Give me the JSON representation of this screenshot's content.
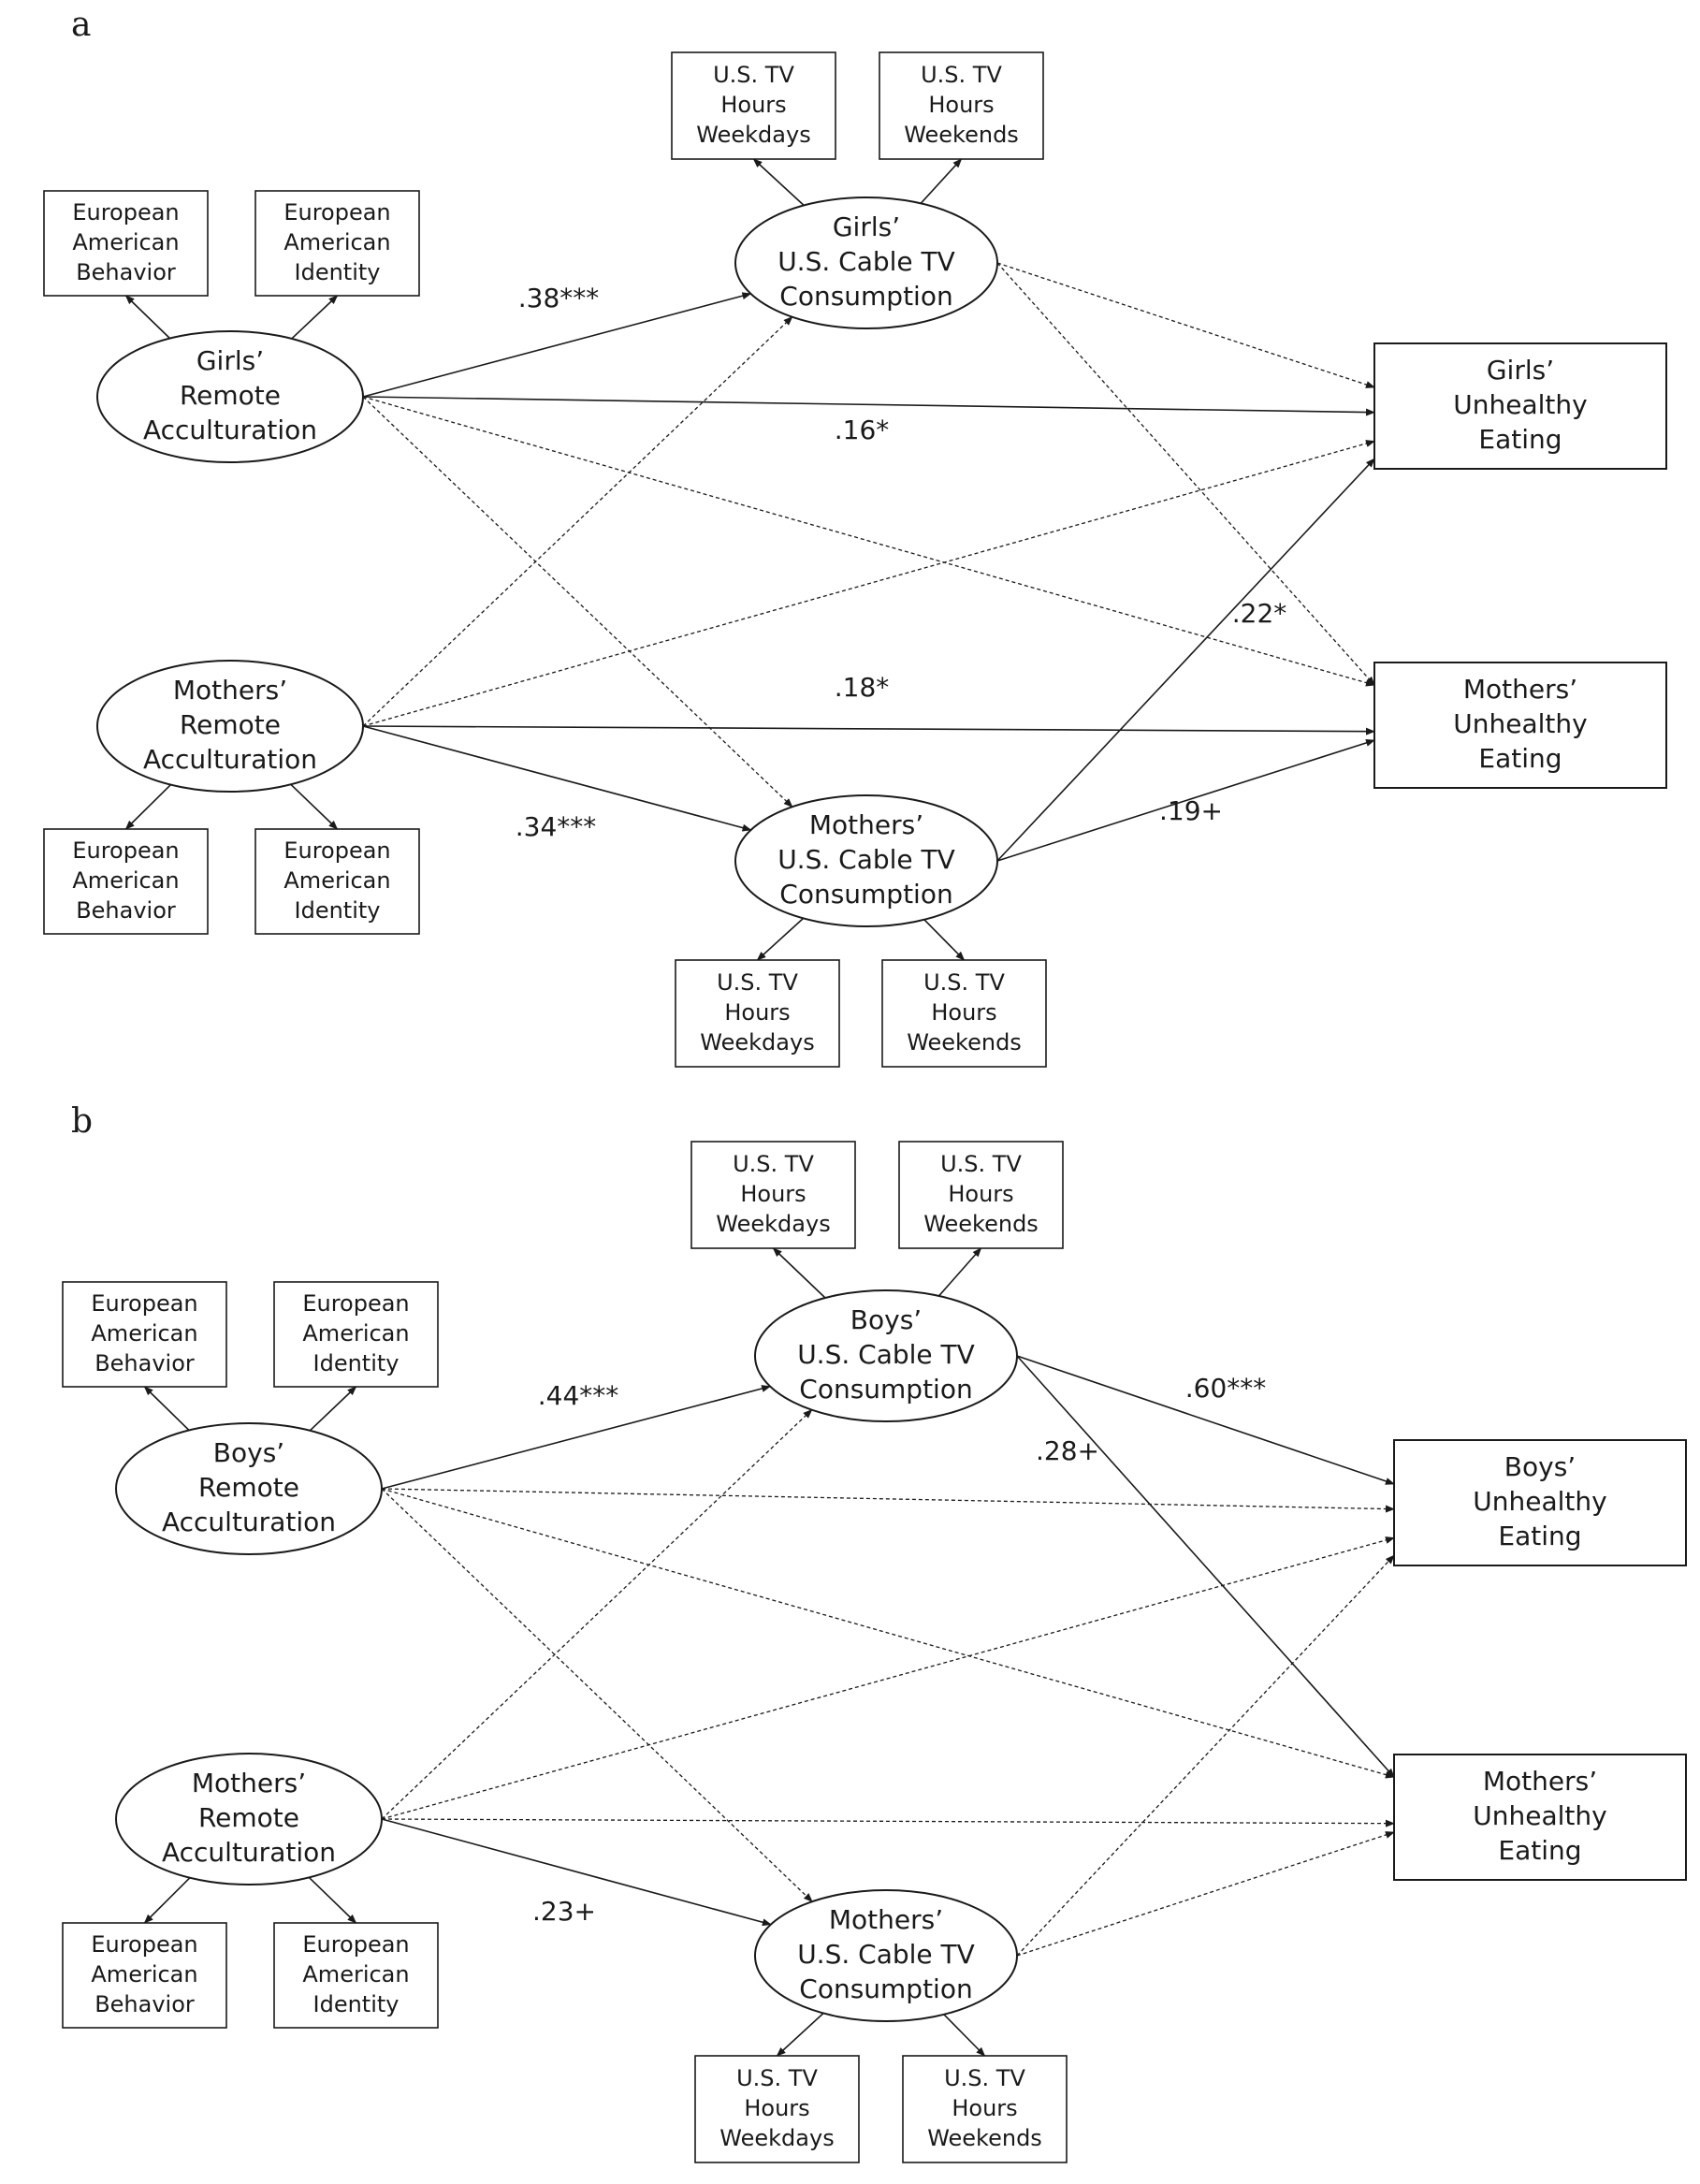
{
  "panels": [
    {
      "label": "a",
      "nodes": [
        {
          "id": "tv_wd_top",
          "kind": "obs",
          "lines": [
            "U.S. TV",
            "Hours",
            "Weekdays"
          ]
        },
        {
          "id": "tv_we_top",
          "kind": "obs",
          "lines": [
            "U.S. TV",
            "Hours",
            "Weekends"
          ]
        },
        {
          "id": "eab_top",
          "kind": "obs",
          "lines": [
            "European",
            "American",
            "Behavior"
          ]
        },
        {
          "id": "eai_top",
          "kind": "obs",
          "lines": [
            "European",
            "American",
            "Identity"
          ]
        },
        {
          "id": "child_tv",
          "kind": "latent",
          "lines": [
            "Girls’",
            "U.S. Cable TV",
            "Consumption"
          ]
        },
        {
          "id": "child_rem",
          "kind": "latent",
          "lines": [
            "Girls’",
            "Remote",
            "Acculturation"
          ]
        },
        {
          "id": "child_eat",
          "kind": "outcome",
          "lines": [
            "Girls’",
            "Unhealthy",
            "Eating"
          ]
        },
        {
          "id": "mom_eat",
          "kind": "outcome",
          "lines": [
            "Mothers’",
            "Unhealthy",
            "Eating"
          ]
        },
        {
          "id": "mom_rem",
          "kind": "latent",
          "lines": [
            "Mothers’",
            "Remote",
            "Acculturation"
          ]
        },
        {
          "id": "eab_bot",
          "kind": "obs",
          "lines": [
            "European",
            "American",
            "Behavior"
          ]
        },
        {
          "id": "eai_bot",
          "kind": "obs",
          "lines": [
            "European",
            "American",
            "Identity"
          ]
        },
        {
          "id": "mom_tv",
          "kind": "latent",
          "lines": [
            "Mothers’",
            "U.S. Cable TV",
            "Consumption"
          ]
        },
        {
          "id": "tv_wd_bot",
          "kind": "obs",
          "lines": [
            "U.S. TV",
            "Hours",
            "Weekdays"
          ]
        },
        {
          "id": "tv_we_bot",
          "kind": "obs",
          "lines": [
            "U.S. TV",
            "Hours",
            "Weekends"
          ]
        }
      ],
      "paths": [
        {
          "from": "child_rem",
          "to": "child_tv",
          "style": "solid",
          "coef": ".38***"
        },
        {
          "from": "child_rem",
          "to": "child_eat",
          "style": "solid",
          "coef": ".16*"
        },
        {
          "from": "child_rem",
          "to": "mom_eat",
          "style": "dashed",
          "coef": ""
        },
        {
          "from": "child_rem",
          "to": "mom_tv",
          "style": "dashed",
          "coef": ""
        },
        {
          "from": "mom_rem",
          "to": "child_tv",
          "style": "dashed",
          "coef": ""
        },
        {
          "from": "mom_rem",
          "to": "child_eat",
          "style": "dashed",
          "coef": ""
        },
        {
          "from": "mom_rem",
          "to": "mom_eat",
          "style": "solid",
          "coef": ".18*"
        },
        {
          "from": "mom_rem",
          "to": "mom_tv",
          "style": "solid",
          "coef": ".34***"
        },
        {
          "from": "child_tv",
          "to": "child_eat",
          "style": "dashed",
          "coef": ""
        },
        {
          "from": "child_tv",
          "to": "mom_eat",
          "style": "dashed",
          "coef": ""
        },
        {
          "from": "mom_tv",
          "to": "child_eat",
          "style": "solid",
          "coef": ".22*"
        },
        {
          "from": "mom_tv",
          "to": "mom_eat",
          "style": "solid",
          "coef": ".19+"
        }
      ]
    },
    {
      "label": "b",
      "nodes": [
        {
          "id": "tv_wd_top",
          "kind": "obs",
          "lines": [
            "U.S. TV",
            "Hours",
            "Weekdays"
          ]
        },
        {
          "id": "tv_we_top",
          "kind": "obs",
          "lines": [
            "U.S. TV",
            "Hours",
            "Weekends"
          ]
        },
        {
          "id": "eab_top",
          "kind": "obs",
          "lines": [
            "European",
            "American",
            "Behavior"
          ]
        },
        {
          "id": "eai_top",
          "kind": "obs",
          "lines": [
            "European",
            "American",
            "Identity"
          ]
        },
        {
          "id": "child_tv",
          "kind": "latent",
          "lines": [
            "Boys’",
            "U.S. Cable TV",
            "Consumption"
          ]
        },
        {
          "id": "child_rem",
          "kind": "latent",
          "lines": [
            "Boys’",
            "Remote",
            "Acculturation"
          ]
        },
        {
          "id": "child_eat",
          "kind": "outcome",
          "lines": [
            "Boys’",
            "Unhealthy",
            "Eating"
          ]
        },
        {
          "id": "mom_eat",
          "kind": "outcome",
          "lines": [
            "Mothers’",
            "Unhealthy",
            "Eating"
          ]
        },
        {
          "id": "mom_rem",
          "kind": "latent",
          "lines": [
            "Mothers’",
            "Remote",
            "Acculturation"
          ]
        },
        {
          "id": "eab_bot",
          "kind": "obs",
          "lines": [
            "European",
            "American",
            "Behavior"
          ]
        },
        {
          "id": "eai_bot",
          "kind": "obs",
          "lines": [
            "European",
            "American",
            "Identity"
          ]
        },
        {
          "id": "mom_tv",
          "kind": "latent",
          "lines": [
            "Mothers’",
            "U.S. Cable TV",
            "Consumption"
          ]
        },
        {
          "id": "tv_wd_bot",
          "kind": "obs",
          "lines": [
            "U.S. TV",
            "Hours",
            "Weekdays"
          ]
        },
        {
          "id": "tv_we_bot",
          "kind": "obs",
          "lines": [
            "U.S. TV",
            "Hours",
            "Weekends"
          ]
        }
      ],
      "paths": [
        {
          "from": "child_rem",
          "to": "child_tv",
          "style": "solid",
          "coef": ".44***"
        },
        {
          "from": "child_rem",
          "to": "child_eat",
          "style": "dashed",
          "coef": ""
        },
        {
          "from": "child_rem",
          "to": "mom_eat",
          "style": "dashed",
          "coef": ""
        },
        {
          "from": "child_rem",
          "to": "mom_tv",
          "style": "dashed",
          "coef": ""
        },
        {
          "from": "mom_rem",
          "to": "child_tv",
          "style": "dashed",
          "coef": ""
        },
        {
          "from": "mom_rem",
          "to": "child_eat",
          "style": "dashed",
          "coef": ""
        },
        {
          "from": "mom_rem",
          "to": "mom_eat",
          "style": "dashed",
          "coef": ""
        },
        {
          "from": "mom_rem",
          "to": "mom_tv",
          "style": "solid",
          "coef": ".23+"
        },
        {
          "from": "child_tv",
          "to": "child_eat",
          "style": "solid",
          "coef": ".60***"
        },
        {
          "from": "child_tv",
          "to": "mom_eat",
          "style": "solid",
          "coef": ".28+"
        },
        {
          "from": "mom_tv",
          "to": "child_eat",
          "style": "dashed",
          "coef": ""
        },
        {
          "from": "mom_tv",
          "to": "mom_eat",
          "style": "dashed",
          "coef": ""
        }
      ]
    }
  ]
}
